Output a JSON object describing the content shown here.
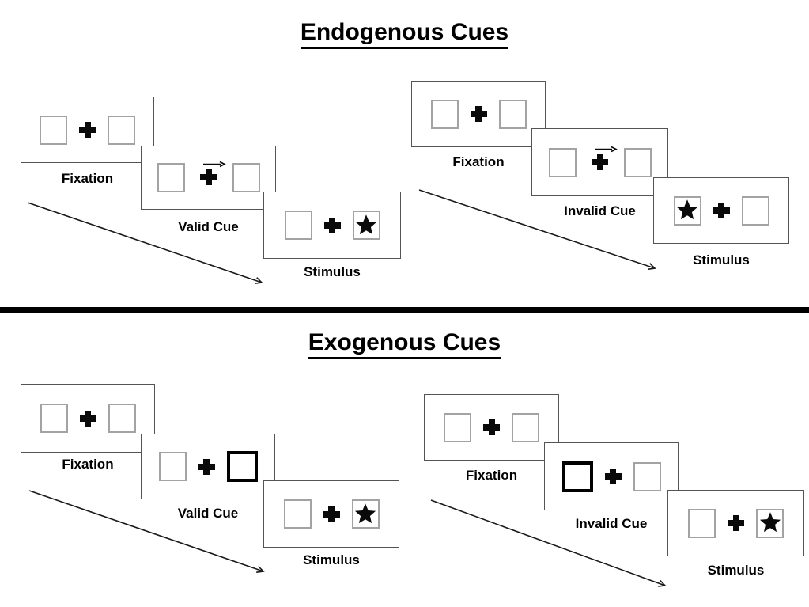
{
  "diagram": {
    "background": "#ffffff",
    "ink": "#000000",
    "panel_border_color": "#545454",
    "box_border_color": "#a3a3a3",
    "cue_box_border_color": "#000000"
  },
  "glyphs": {
    "fixation_cross": "✚",
    "stimulus_star": "★",
    "endogenous_cue_arrow": "→",
    "exogenous_cue": "thick-outlined-box"
  },
  "sections": [
    {
      "title": "Endogenous Cues",
      "sequences": [
        {
          "type": "valid",
          "steps": [
            {
              "label": "Fixation",
              "display": "empty-box / cross / empty-box"
            },
            {
              "label": "Valid Cue",
              "display": "right-arrow above cross"
            },
            {
              "label": "Stimulus",
              "display": "star-in-right-box"
            }
          ]
        },
        {
          "type": "invalid",
          "steps": [
            {
              "label": "Fixation",
              "display": "empty-box / cross / empty-box"
            },
            {
              "label": "Invalid Cue",
              "display": "right-arrow above cross"
            },
            {
              "label": "Stimulus",
              "display": "star-in-left-box"
            }
          ]
        }
      ]
    },
    {
      "title": "Exogenous Cues",
      "sequences": [
        {
          "type": "valid",
          "steps": [
            {
              "label": "Fixation",
              "display": "empty-box / cross / empty-box"
            },
            {
              "label": "Valid Cue",
              "display": "thick-outlined-right-box"
            },
            {
              "label": "Stimulus",
              "display": "star-in-right-box"
            }
          ]
        },
        {
          "type": "invalid",
          "steps": [
            {
              "label": "Fixation",
              "display": "empty-box / cross / empty-box"
            },
            {
              "label": "Invalid Cue",
              "display": "thick-outlined-left-box"
            },
            {
              "label": "Stimulus",
              "display": "star-in-right-box"
            }
          ]
        }
      ]
    }
  ]
}
